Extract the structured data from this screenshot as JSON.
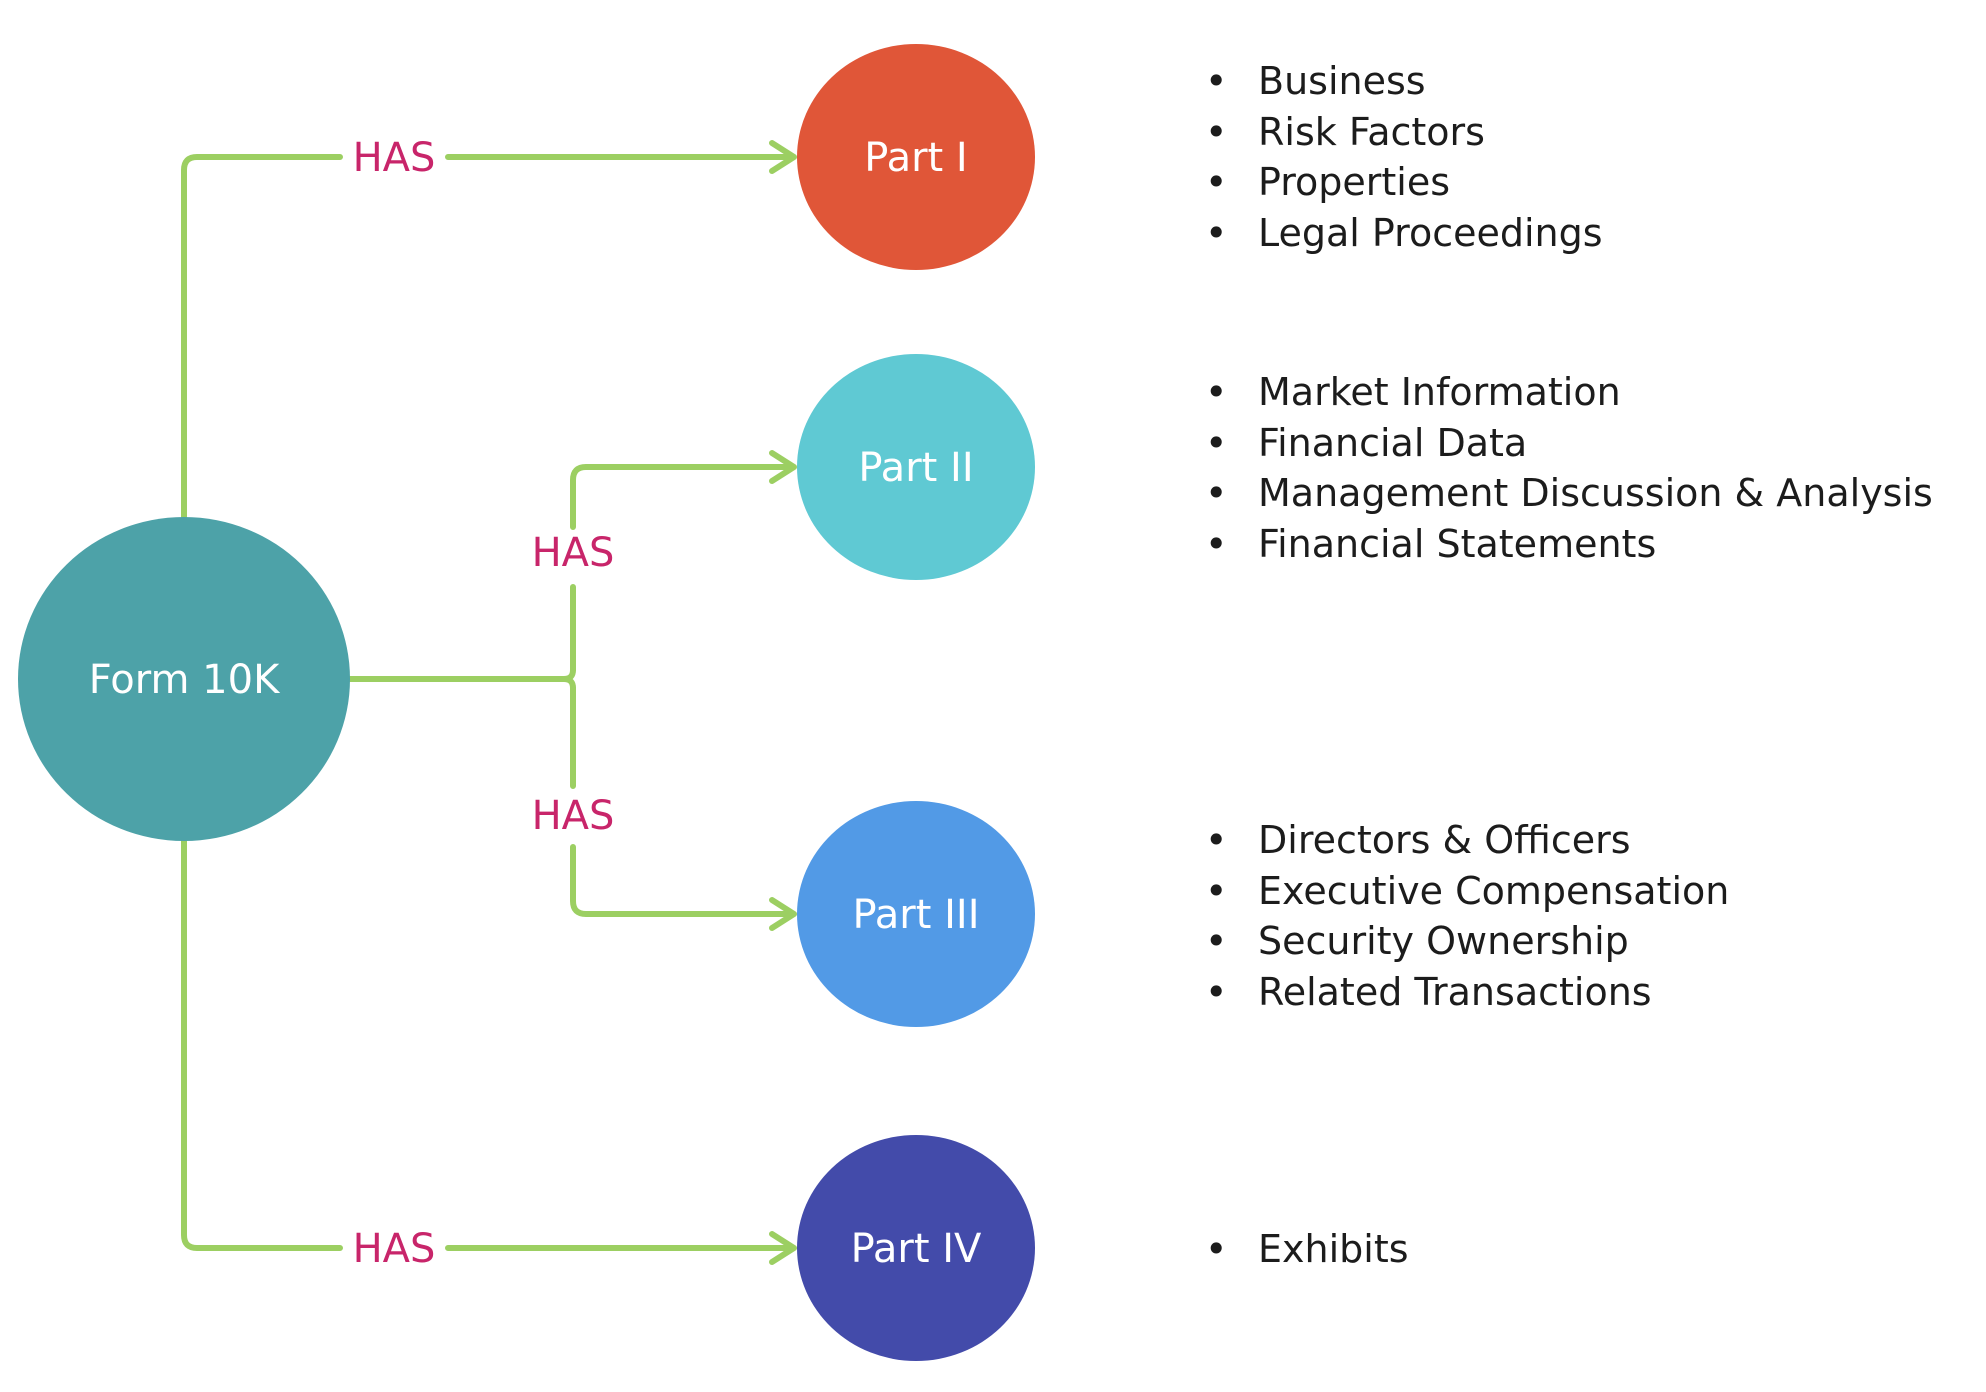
{
  "root": {
    "label": "Form 10K",
    "color": "#4DA2A8"
  },
  "edge_label": "HAS",
  "colors": {
    "edge": "#9CCF62",
    "edge_label": "#C8256A",
    "text": "#1c1c1c"
  },
  "parts": [
    {
      "label": "Part I",
      "color": "#E05638",
      "items": [
        "Business",
        "Risk Factors",
        "Properties",
        "Legal Proceedings"
      ]
    },
    {
      "label": "Part II",
      "color": "#5FC9D3",
      "items": [
        "Market Information",
        "Financial Data",
        "Management Discussion & Analysis",
        "Financial Statements"
      ]
    },
    {
      "label": "Part III",
      "color": "#529AE6",
      "items": [
        "Directors & Officers",
        "Executive Compensation",
        "Security Ownership",
        "Related Transactions"
      ]
    },
    {
      "label": "Part IV",
      "color": "#434BAA",
      "items": [
        "Exhibits"
      ]
    }
  ],
  "bullet": "•"
}
